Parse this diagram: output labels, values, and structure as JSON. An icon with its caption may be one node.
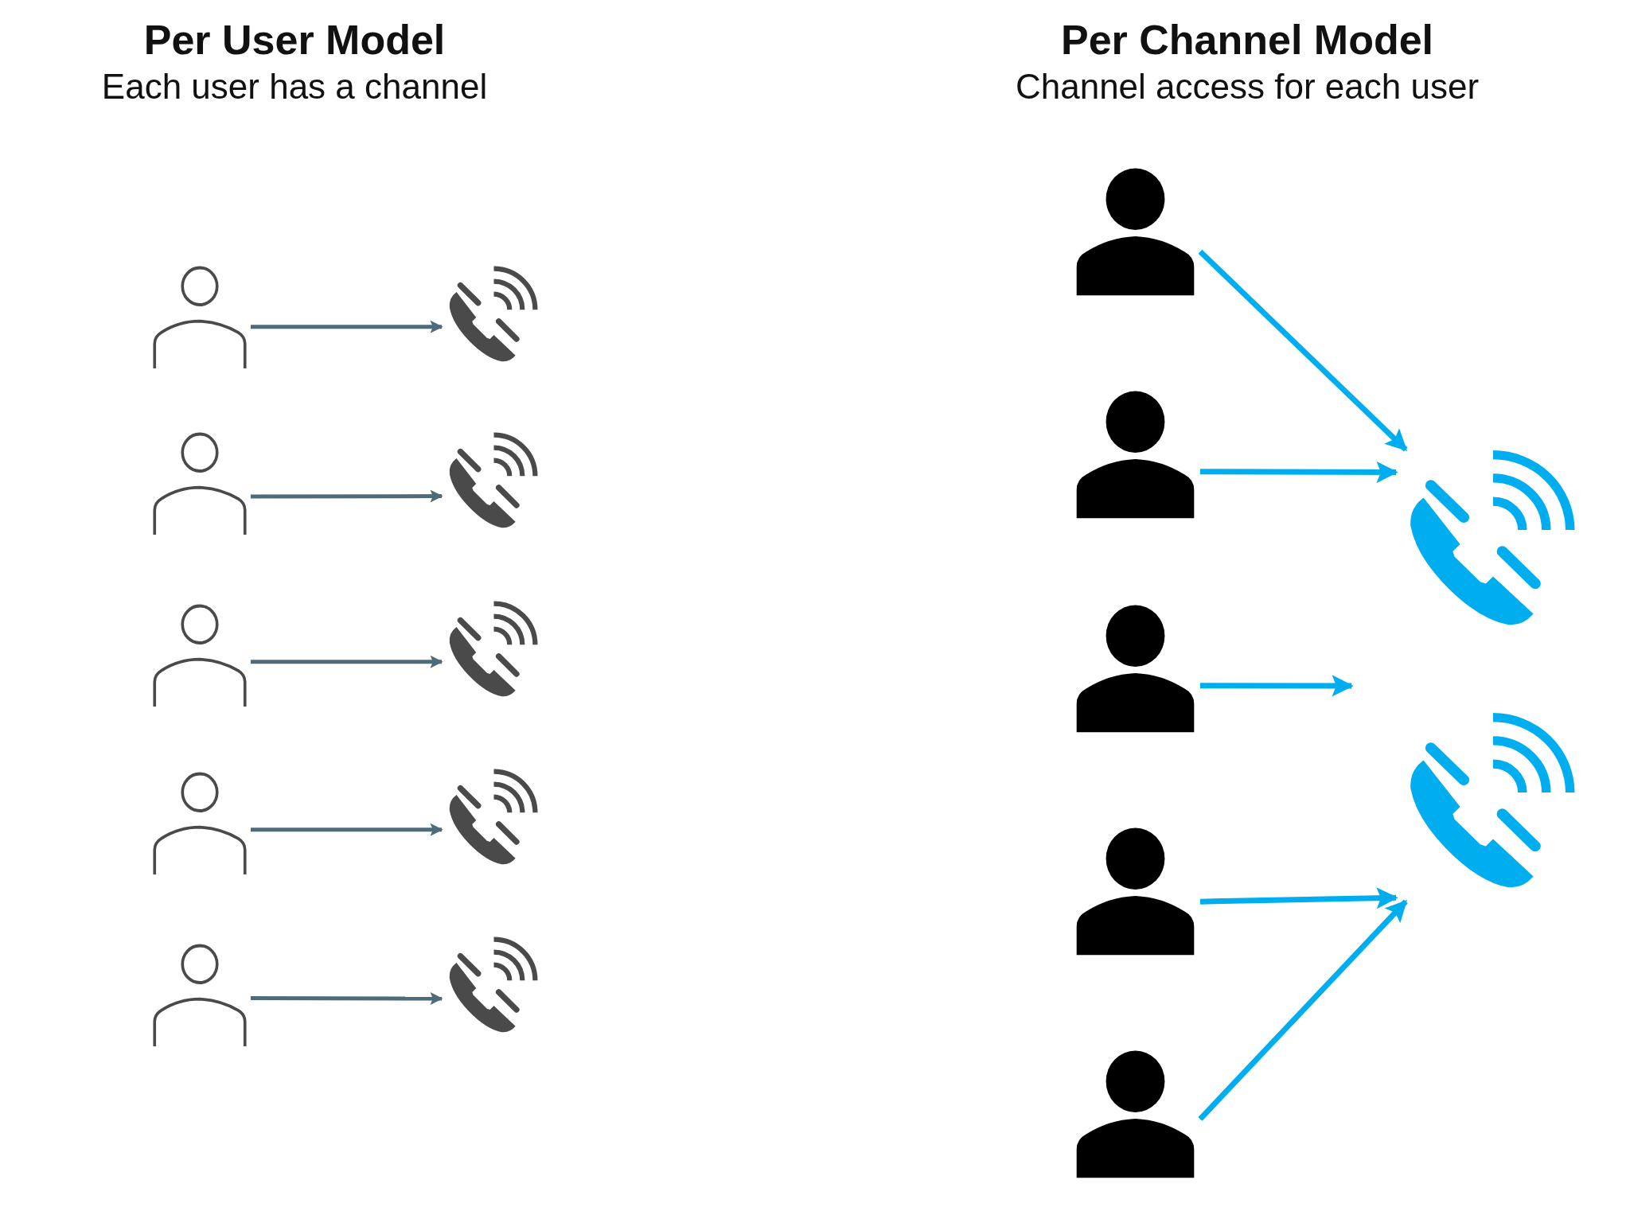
{
  "diagram": {
    "nodes": [
      {
        "text": [],
        "shape": "person"
      },
      {
        "text": [],
        "shape": "person"
      },
      {
        "text": [],
        "shape": "person"
      },
      {
        "text": [],
        "shape": "person"
      },
      {
        "text": [],
        "shape": "person"
      },
      {
        "text": [],
        "shape": "phone"
      },
      {
        "text": [],
        "shape": "phone"
      },
      {
        "text": [],
        "shape": "phone"
      },
      {
        "text": [],
        "shape": "phone"
      },
      {
        "text": [],
        "shape": "phone"
      },
      {
        "text": [],
        "shape": "person"
      },
      {
        "text": [],
        "shape": "person"
      },
      {
        "text": [],
        "shape": "person"
      },
      {
        "text": [],
        "shape": "person"
      },
      {
        "text": [],
        "shape": "person"
      },
      {
        "text": [],
        "shape": "phone"
      },
      {
        "text": [],
        "shape": "phone"
      }
    ],
    "edges": [
      {
        "from": 0,
        "to": 5,
        "arrow": "to"
      },
      {
        "from": 1,
        "to": 6,
        "arrow": "to"
      },
      {
        "from": 2,
        "to": 7,
        "arrow": "to"
      },
      {
        "from": 3,
        "to": 8,
        "arrow": "to"
      },
      {
        "from": 4,
        "to": 9,
        "arrow": "to"
      },
      {
        "from": 10,
        "to": 15,
        "arrow": "to",
        "color": "#00aeef"
      },
      {
        "from": 11,
        "to": 15,
        "arrow": "to",
        "color": "#00aeef"
      },
      {
        "from": 12,
        "to": null,
        "arrow": "to",
        "color": "#00aeef"
      },
      {
        "from": 13,
        "to": 16,
        "arrow": "to",
        "color": "#00aeef"
      },
      {
        "from": 14,
        "to": 16,
        "arrow": "to",
        "color": "#00aeef"
      }
    ],
    "labels": [
      "Per User Model",
      "Each user has a channel",
      "Per Channel Model",
      "Channel access for each user"
    ]
  }
}
